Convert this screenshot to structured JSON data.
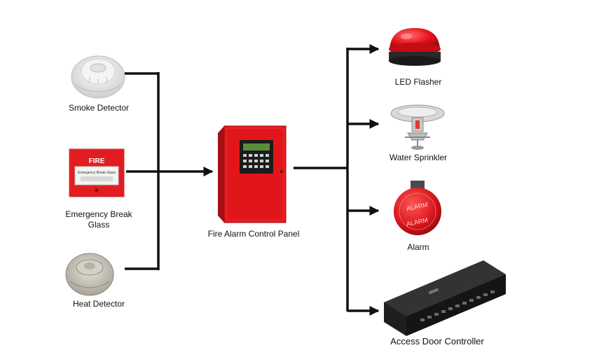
{
  "inputs": {
    "smoke_detector": "Smoke Detector",
    "break_glass": "Emergency Break Glass",
    "heat_detector": "Heat Detector"
  },
  "panel": {
    "label": "Fire Alarm Control Panel"
  },
  "outputs": {
    "led_flasher": "LED Flasher",
    "water_sprinkler": "Water Sprinkler",
    "alarm": "Alarm",
    "access_door_controller": "Access Door Controller"
  },
  "device_text": {
    "break_glass_header": "FIRE",
    "break_glass_small": "Emergency Break Glass",
    "bell_top": "ALARM",
    "bell_bottom": "ALARM"
  },
  "icons": [
    "smoke-detector-icon",
    "break-glass-icon",
    "heat-detector-icon",
    "control-panel-icon",
    "led-flasher-icon",
    "sprinkler-icon",
    "alarm-bell-icon",
    "door-controller-icon"
  ],
  "colors": {
    "connector": "#111111",
    "fire_red": "#e0161b",
    "device_dark": "#1e1e1e"
  }
}
